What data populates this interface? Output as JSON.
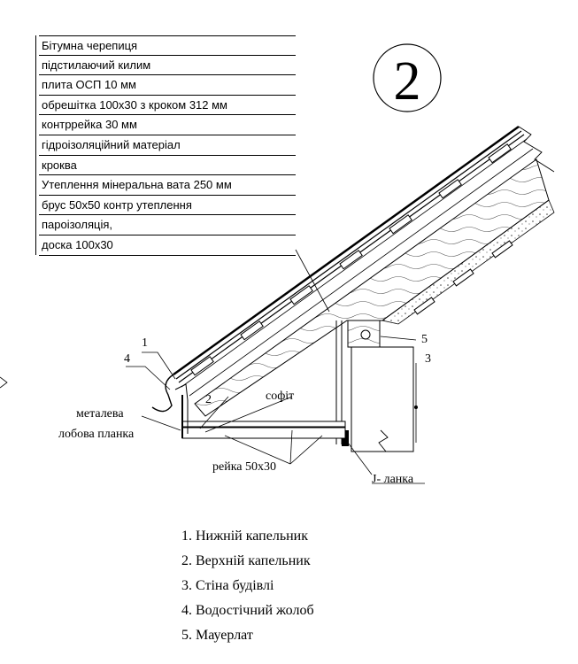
{
  "detail_number": "2",
  "layers": [
    "Бітумна черепиця",
    "підстилаючий килим",
    "плита ОСП 10 мм",
    "обрешітка 100х30 з кроком 312 мм",
    "контррейка 30 мм",
    "гідроізоляційний матеріал",
    "кроква",
    "Утеплення мінеральна вата 250 мм",
    "брус 50х50 контр утеплення",
    "пароізоляція,",
    "доска 100х30"
  ],
  "callouts": {
    "n1": "1",
    "n2": "2",
    "n3": "3",
    "n4": "4",
    "n5": "5",
    "metal_fascia_line1": "металева",
    "metal_fascia_line2": "лобова планка",
    "soffit": "софіт",
    "batten": "рейка 50х30",
    "j_channel": "J- ланка"
  },
  "legend": [
    "1. Нижній капельник",
    "2. Верхній капельник",
    "3. Стіна будівлі",
    "4. Водостічний жолоб",
    "5. Мауерлат"
  ]
}
